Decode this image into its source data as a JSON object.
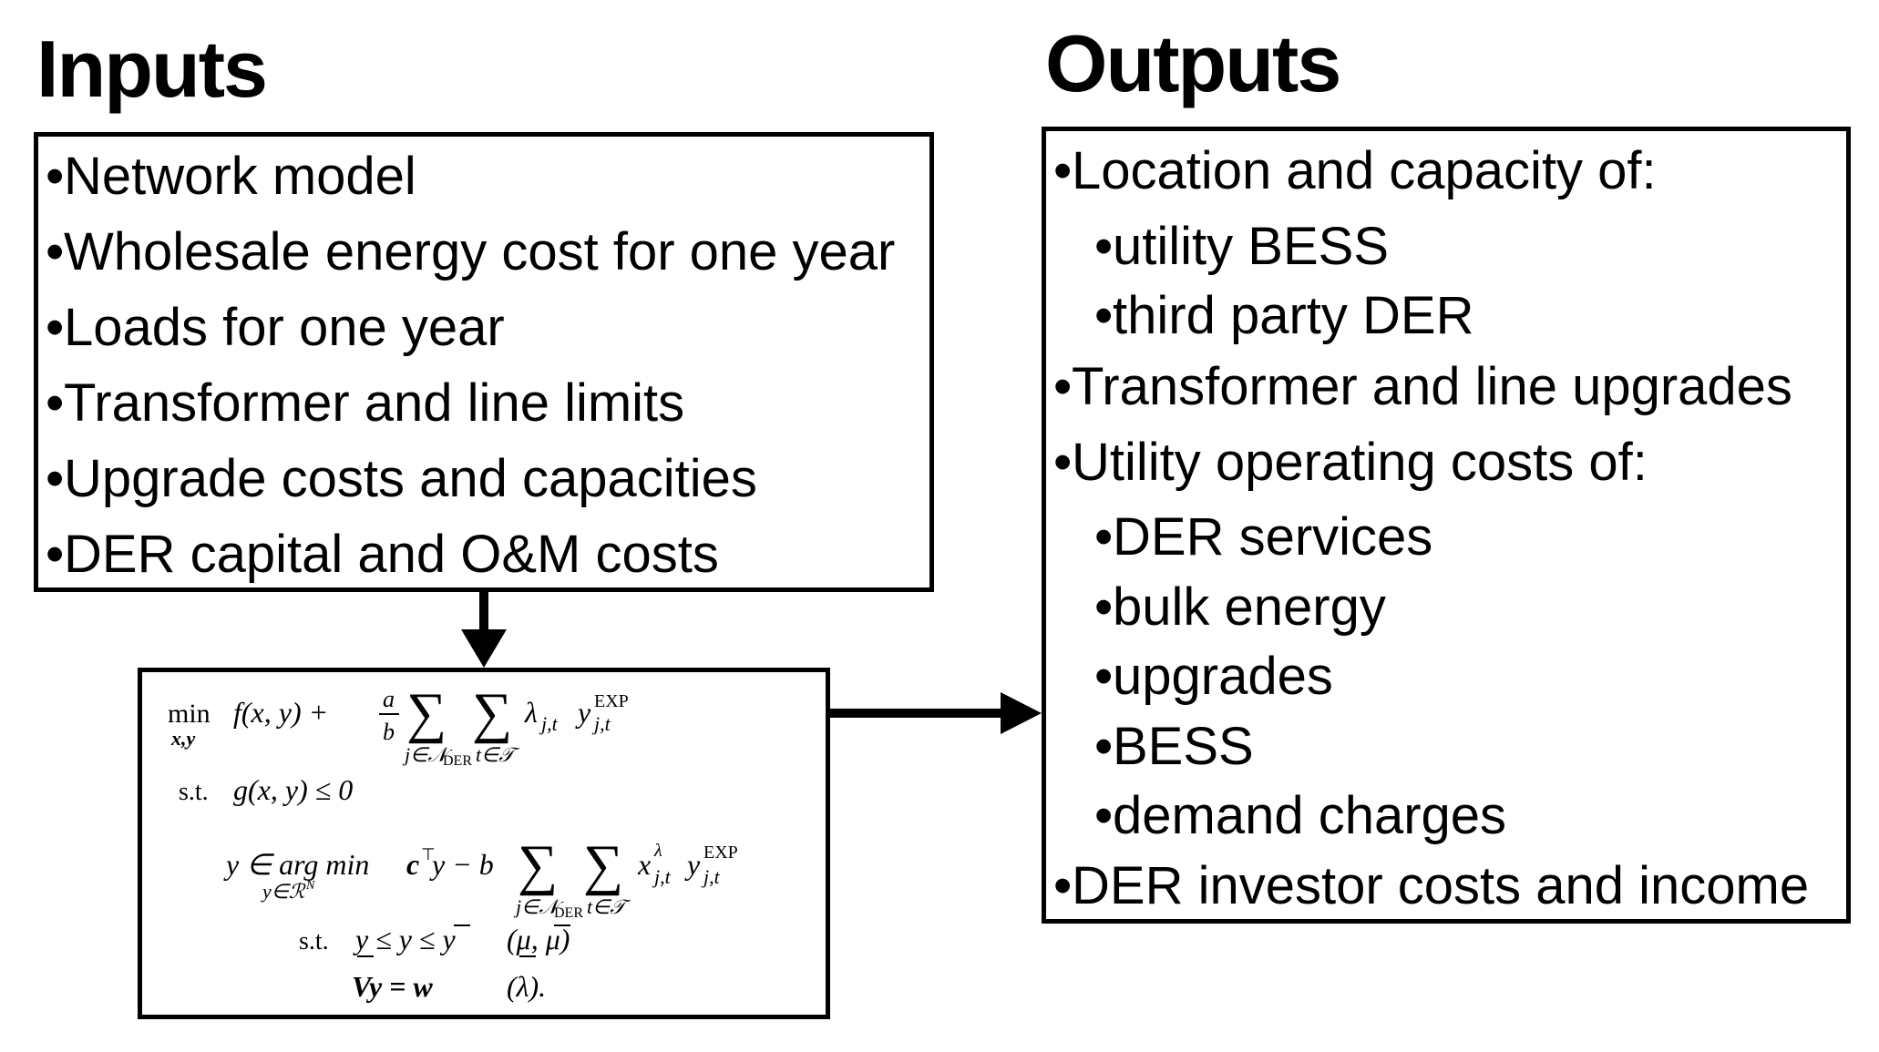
{
  "inputs": {
    "heading": "Inputs",
    "items": [
      "Network model",
      "Wholesale energy cost for one year",
      "Loads for one year",
      "Transformer and line limits",
      "Upgrade costs and capacities",
      "DER capital and O&M costs"
    ]
  },
  "outputs": {
    "heading": "Outputs",
    "items": [
      {
        "text": "Location and capacity of:",
        "level": 0
      },
      {
        "text": "utility BESS",
        "level": 1
      },
      {
        "text": "third party DER",
        "level": 1
      },
      {
        "text": "Transformer and line upgrades",
        "level": 0
      },
      {
        "text": "Utility operating costs of:",
        "level": 0
      },
      {
        "text": "DER services",
        "level": 1
      },
      {
        "text": "bulk energy",
        "level": 1
      },
      {
        "text": "upgrades",
        "level": 1
      },
      {
        "text": "BESS",
        "level": 1
      },
      {
        "text": "demand charges",
        "level": 1
      },
      {
        "text": "DER investor costs and income",
        "level": 0
      }
    ]
  },
  "bullet": "•",
  "formula": {
    "line1": {
      "min": "min",
      "min_sub": "x,y",
      "objective": "f(x, y) +",
      "frac_num": "a",
      "frac_den": "b",
      "sum": "∑",
      "sum1_sub": "j∈𝒩",
      "sum1_sub_small": "DER",
      "sum2_sub": "t∈𝒯",
      "term": "λ",
      "term_sub": "j,t",
      "y": "y",
      "y_sup": "EXP",
      "y_sub": "j,t"
    },
    "line2": {
      "st": "s.t.",
      "constraint": "g(x, y) ≤ 0"
    },
    "line3": {
      "lhs": "y ∈ arg min",
      "argmin_sub": "y∈ℛ",
      "argmin_sub_sup": "N",
      "ct": "c",
      "ct_sup": "⊤",
      "cty": "y − b",
      "x": "x",
      "x_sup": "λ",
      "x_sub": "j,t"
    },
    "line4": {
      "st": "s.t.",
      "bounds": "y ≤ y ≤ y",
      "duals": "(μ, μ)"
    },
    "line5": {
      "eq": "Vy = w",
      "dual": "(λ)."
    }
  }
}
